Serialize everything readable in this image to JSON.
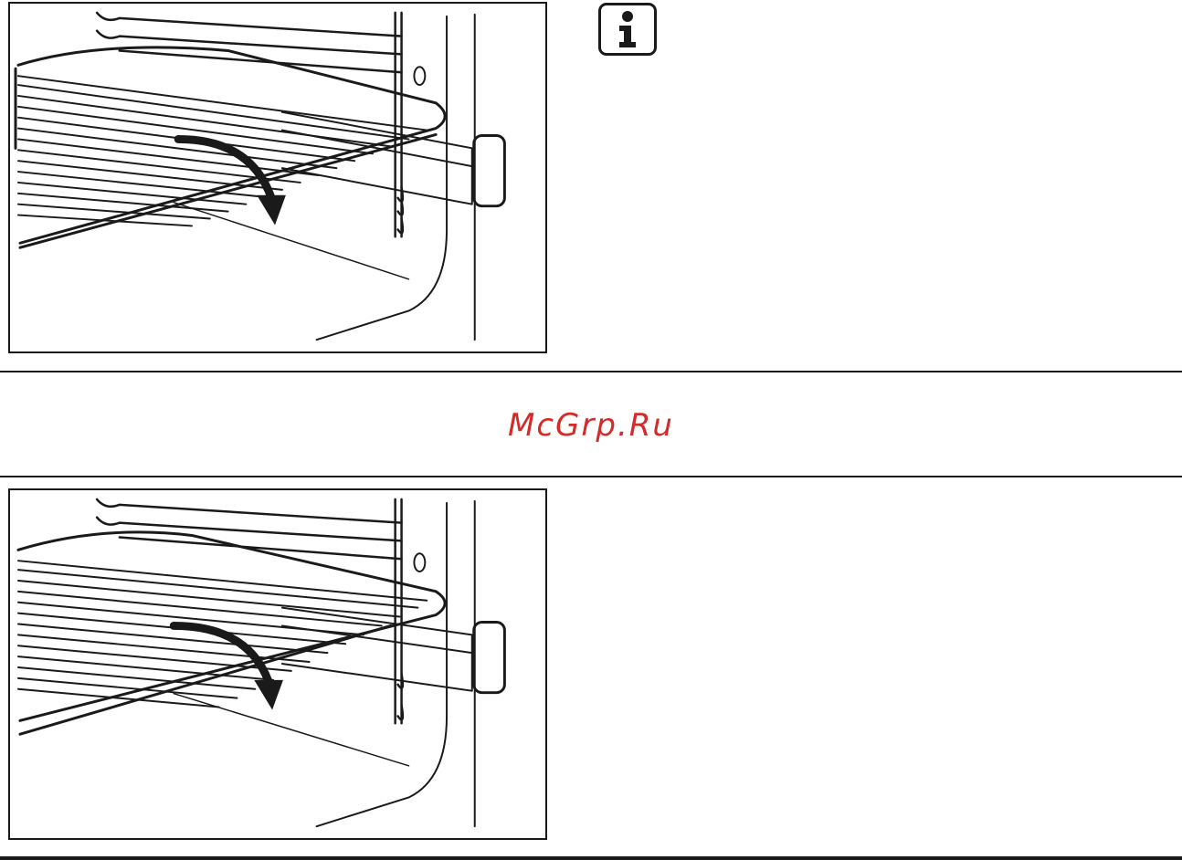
{
  "watermark": {
    "text": "McGrp.Ru",
    "color": "#d42a2a"
  },
  "info_icon": {
    "name": "info-icon",
    "glyph": "i"
  },
  "figures": [
    {
      "name": "shelf-removal-illustration-1"
    },
    {
      "name": "shelf-removal-illustration-2"
    }
  ]
}
